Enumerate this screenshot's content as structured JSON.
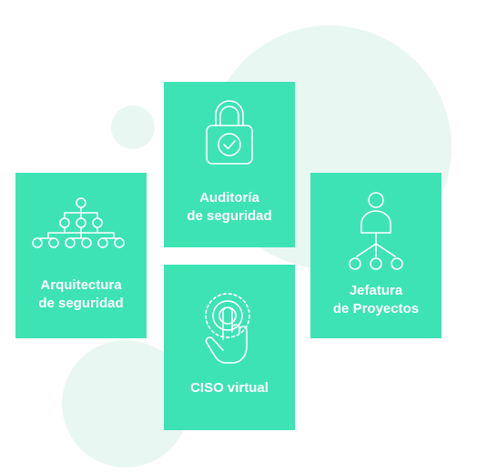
{
  "cards": {
    "arquitectura": {
      "label": "Arquitectura\nde seguridad",
      "icon": "hierarchy-icon"
    },
    "auditoria": {
      "label": "Auditoría\nde seguridad",
      "icon": "padlock-check-icon"
    },
    "jefatura": {
      "label": "Jefatura\nde Proyectos",
      "icon": "person-network-icon"
    },
    "ciso": {
      "label": "CISO virtual",
      "icon": "touch-hand-icon"
    }
  },
  "colors": {
    "card": "#3ee3b4",
    "blob": "#e9f7f3",
    "text": "#ffffff"
  }
}
